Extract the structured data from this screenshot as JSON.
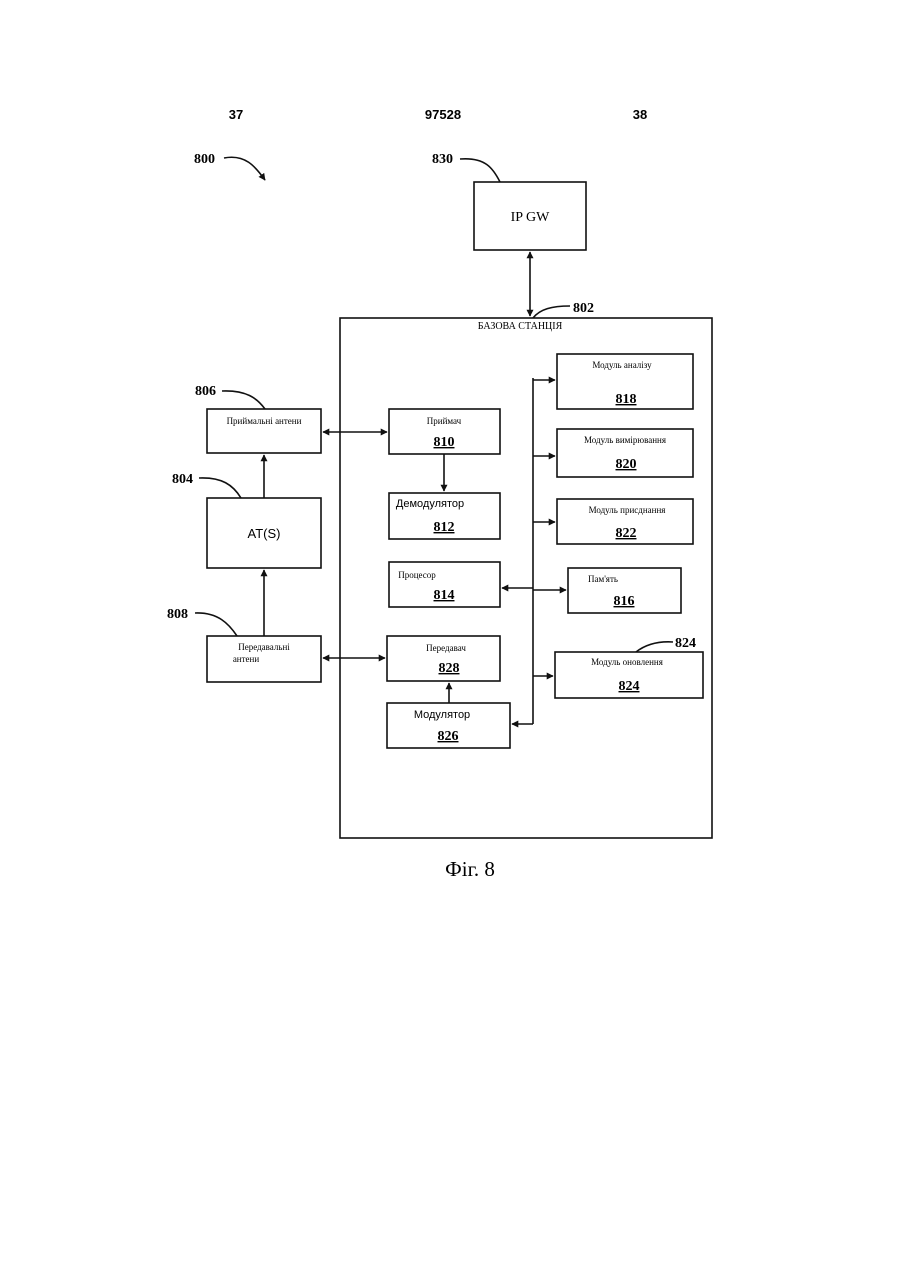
{
  "header": {
    "left_page": "37",
    "patent_number": "97528",
    "right_page": "38"
  },
  "figure_ref": "800",
  "caption": "Фіг. 8",
  "ip_gw": {
    "ref": "830",
    "label": "IP GW"
  },
  "base_station": {
    "ref": "802",
    "label": "БАЗОВА СТАНЦІЯ"
  },
  "rx_antennas": {
    "ref": "806",
    "label": "Приймальні антени"
  },
  "ats": {
    "ref": "804",
    "label": "AT(S)"
  },
  "tx_antennas": {
    "ref": "808",
    "label_line1": "Передавальні",
    "label_line2": "антени"
  },
  "receiver": {
    "label": "Приймач",
    "num": "810"
  },
  "demodulator": {
    "label": "Демодулятор",
    "num": "812"
  },
  "processor": {
    "label": "Процесор",
    "num": "814"
  },
  "transmitter": {
    "label": "Передавач",
    "num": "828"
  },
  "modulator": {
    "label": "Модулятор",
    "num": "826"
  },
  "analysis_module": {
    "label": "Модуль аналізу",
    "num": "818"
  },
  "measurement_module": {
    "label": "Модуль вимірювання",
    "num": "820"
  },
  "assignment_module": {
    "label": "Модуль присднання",
    "num": "822"
  },
  "memory": {
    "label": "Пам'ять",
    "num": "816"
  },
  "update_module": {
    "ref": "824",
    "label": "Модуль оновлення",
    "num": "824"
  }
}
